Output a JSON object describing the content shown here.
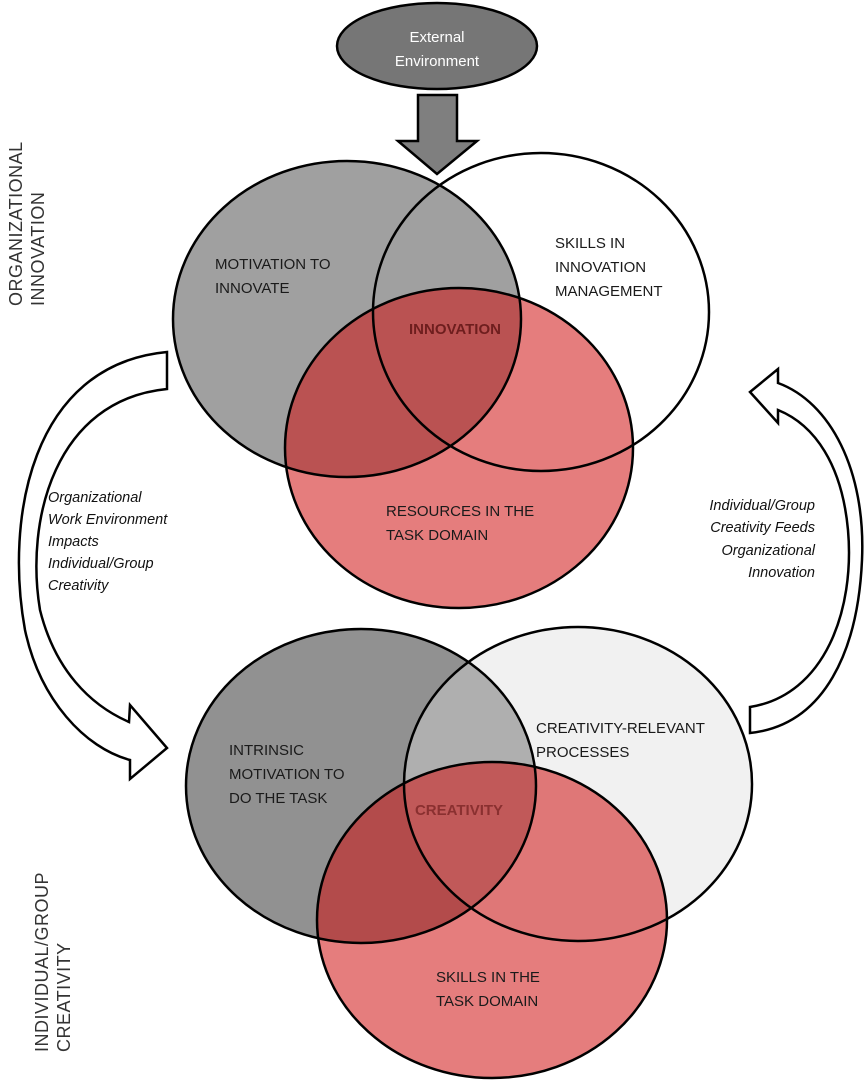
{
  "external": {
    "line1": "External",
    "line2": "Environment"
  },
  "side_labels": {
    "top": {
      "line1": "ORGANIZATIONAL",
      "line2": "INNOVATION"
    },
    "bottom": {
      "line1": "INDIVIDUAL/GROUP",
      "line2": "CREATIVITY"
    }
  },
  "top_venn": {
    "left": {
      "line1": "MOTIVATION TO",
      "line2": "INNOVATE"
    },
    "right": {
      "line1": "SKILLS IN",
      "line2": "INNOVATION",
      "line3": "MANAGEMENT"
    },
    "bottom": {
      "line1": "RESOURCES IN THE",
      "line2": "TASK DOMAIN"
    },
    "center": "INNOVATION"
  },
  "bottom_venn": {
    "left": {
      "line1": "INTRINSIC",
      "line2": "MOTIVATION TO",
      "line3": "DO THE TASK"
    },
    "right": {
      "line1": "CREATIVITY-RELEVANT",
      "line2": "PROCESSES"
    },
    "bottom": {
      "line1": "SKILLS IN THE",
      "line2": "TASK DOMAIN"
    },
    "center": "CREATIVITY"
  },
  "left_arrow_text": [
    "Organizational",
    "Work Environment",
    "Impacts",
    "Individual/Group",
    "Creativity"
  ],
  "right_arrow_text": [
    "Individual/Group",
    "Creativity Feeds",
    "Organizational",
    "Innovation"
  ],
  "colors": {
    "gray_top": "#a0a0a0",
    "gray_bottom": "#919191",
    "external_fill": "#767676",
    "red": "#e57b7b",
    "center_text": "#6e1e1e"
  }
}
